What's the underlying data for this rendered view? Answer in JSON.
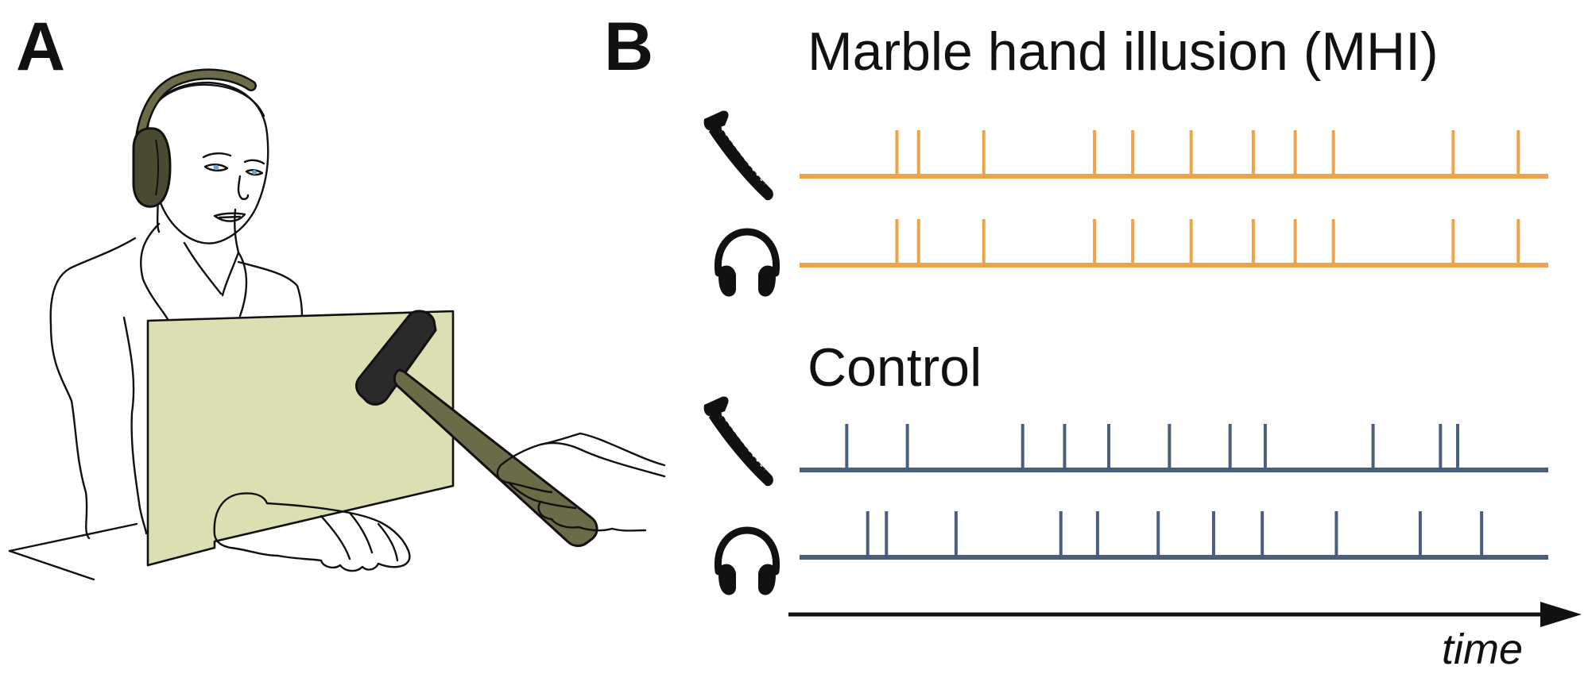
{
  "panel_a": {
    "label": "A"
  },
  "panel_b": {
    "label": "B",
    "colors": {
      "mhi": "#f0a346",
      "control": "#4a5f7e",
      "axis": "#111111"
    },
    "axis_label": "time",
    "groups": [
      {
        "title": "Marble hand illusion (MHI)",
        "color_key": "mhi",
        "rows": [
          {
            "icon": "hammer-icon",
            "events": [
              0.13,
              0.159,
              0.246,
              0.394,
              0.445,
              0.523,
              0.606,
              0.662,
              0.713,
              0.873,
              0.96
            ]
          },
          {
            "icon": "headphones-icon",
            "events": [
              0.13,
              0.159,
              0.246,
              0.394,
              0.445,
              0.523,
              0.606,
              0.662,
              0.713,
              0.873,
              0.96
            ]
          }
        ]
      },
      {
        "title": "Control",
        "color_key": "control",
        "rows": [
          {
            "icon": "hammer-icon",
            "events": [
              0.063,
              0.144,
              0.298,
              0.354,
              0.413,
              0.494,
              0.575,
              0.622,
              0.766,
              0.856,
              0.879
            ]
          },
          {
            "icon": "headphones-icon",
            "events": [
              0.091,
              0.116,
              0.209,
              0.349,
              0.398,
              0.479,
              0.553,
              0.618,
              0.717,
              0.829,
              0.911
            ]
          }
        ]
      }
    ]
  }
}
